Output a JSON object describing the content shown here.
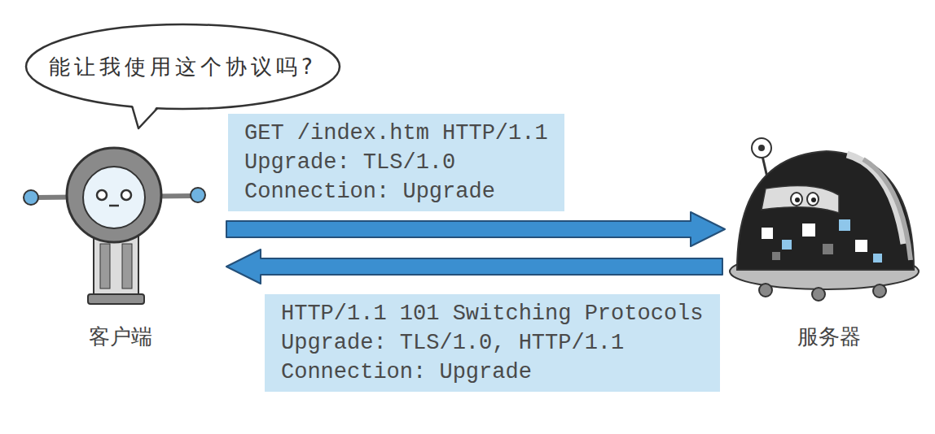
{
  "diagram": {
    "nodes": [
      {
        "text": [
          "能让我使用这个协议吗?"
        ]
      },
      {
        "text": [
          "GET /index.htm HTTP/1.1",
          "Upgrade: TLS/1.0",
          "Connection: Upgrade"
        ]
      },
      {
        "text": [
          "客户端"
        ]
      },
      {
        "text": [
          "服务器"
        ]
      },
      {
        "text": [
          "HTTP/1.1 101 Switching Protocols",
          "Upgrade: TLS/1.0, HTTP/1.1",
          "Connection: Upgrade"
        ]
      }
    ],
    "edges": [
      {
        "from": 2,
        "to": 3,
        "arrow": "to"
      },
      {
        "from": 3,
        "to": 2,
        "arrow": "to"
      }
    ]
  }
}
